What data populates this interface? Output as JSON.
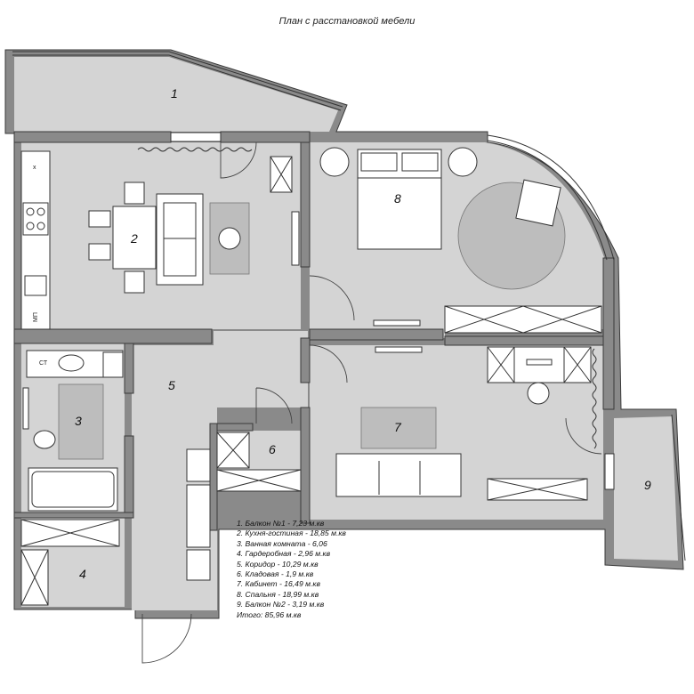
{
  "title": "План с расстановкой мебели",
  "rooms": [
    {
      "num": "1"
    },
    {
      "num": "2"
    },
    {
      "num": "3"
    },
    {
      "num": "4"
    },
    {
      "num": "5"
    },
    {
      "num": "6"
    },
    {
      "num": "7"
    },
    {
      "num": "8"
    },
    {
      "num": "9"
    }
  ],
  "fixture_labels": {
    "sink": "СТ",
    "dishwasher": "МП",
    "hood": "x"
  },
  "legend": [
    "1. Балкон №1 - 7,23 м.кв",
    "2. Кухня-гостиная - 18,85 м.кв",
    "3. Ванная комната - 6,06",
    "4. Гардеробная - 2,96 м.кв",
    "5. Коридор - 10,29 м.кв",
    "6. Кладовая - 1,9 м.кв",
    "7. Кабинет - 16,49 м.кв",
    "8. Спальня - 18,99 м.кв",
    "9. Балкон №2 - 3,19 м.кв",
    "Итого:  85,96 м.кв"
  ]
}
